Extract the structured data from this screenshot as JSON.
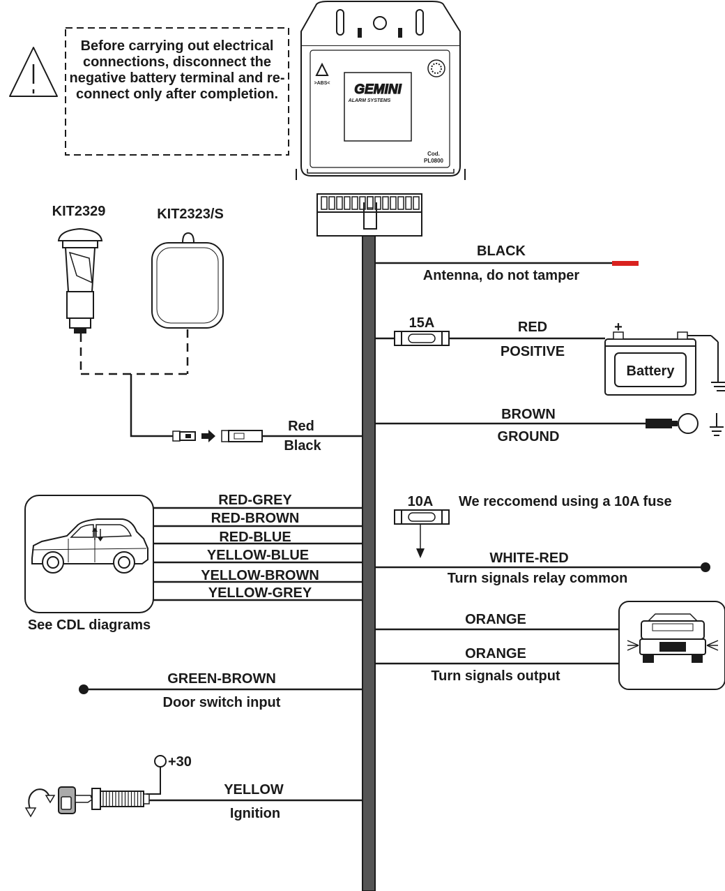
{
  "warning": {
    "text": "Before carrying out electrical connections, disconnect the negative battery terminal and re-connect only after completion."
  },
  "module": {
    "brand": "GEMINI",
    "subtitle": "ALARM SYSTEMS",
    "code_label": "Cod.",
    "code": "PL0800"
  },
  "kits": {
    "kit1": "KIT2329",
    "kit2": "KIT2323/S"
  },
  "sensor_connector": {
    "wire1": "Red",
    "wire2": "Black"
  },
  "right_wires": {
    "antenna": {
      "color": "BLACK",
      "desc": "Antenna, do not tamper"
    },
    "positive": {
      "fuse": "15A",
      "color": "RED",
      "desc": "POSITIVE",
      "battery": "Battery",
      "plus": "+"
    },
    "ground": {
      "color": "BROWN",
      "desc": "GROUND"
    },
    "fuse_note": {
      "fuse": "10A",
      "note": "We reccomend using a 10A fuse"
    },
    "turn_common": {
      "color": "WHITE-RED",
      "desc": "Turn signals relay common"
    },
    "turn_output": {
      "color1": "ORANGE",
      "color2": "ORANGE",
      "desc": "Turn signals output"
    }
  },
  "cdl_wires": [
    "RED-GREY",
    "RED-BROWN",
    "RED-BLUE",
    "YELLOW-BLUE",
    "YELLOW-BROWN",
    "YELLOW-GREY"
  ],
  "cdl_caption": "See CDL diagrams",
  "door": {
    "color": "GREEN-BROWN",
    "desc": "Door switch input"
  },
  "ignition": {
    "color": "YELLOW",
    "desc": "Ignition",
    "supply": "+30"
  }
}
